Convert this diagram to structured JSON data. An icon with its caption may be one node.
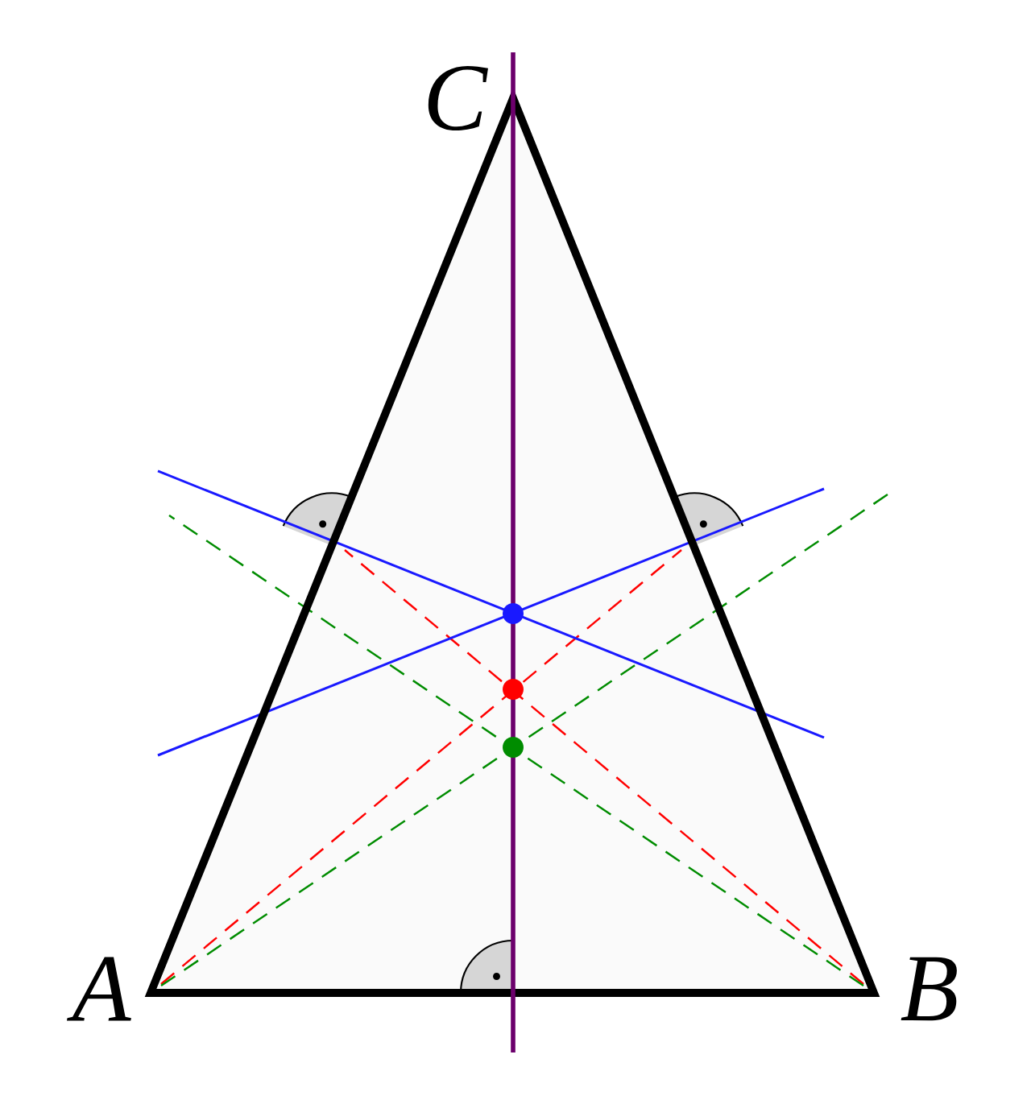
{
  "diagram": {
    "labels": [
      "C",
      "A",
      "B"
    ]
  }
}
